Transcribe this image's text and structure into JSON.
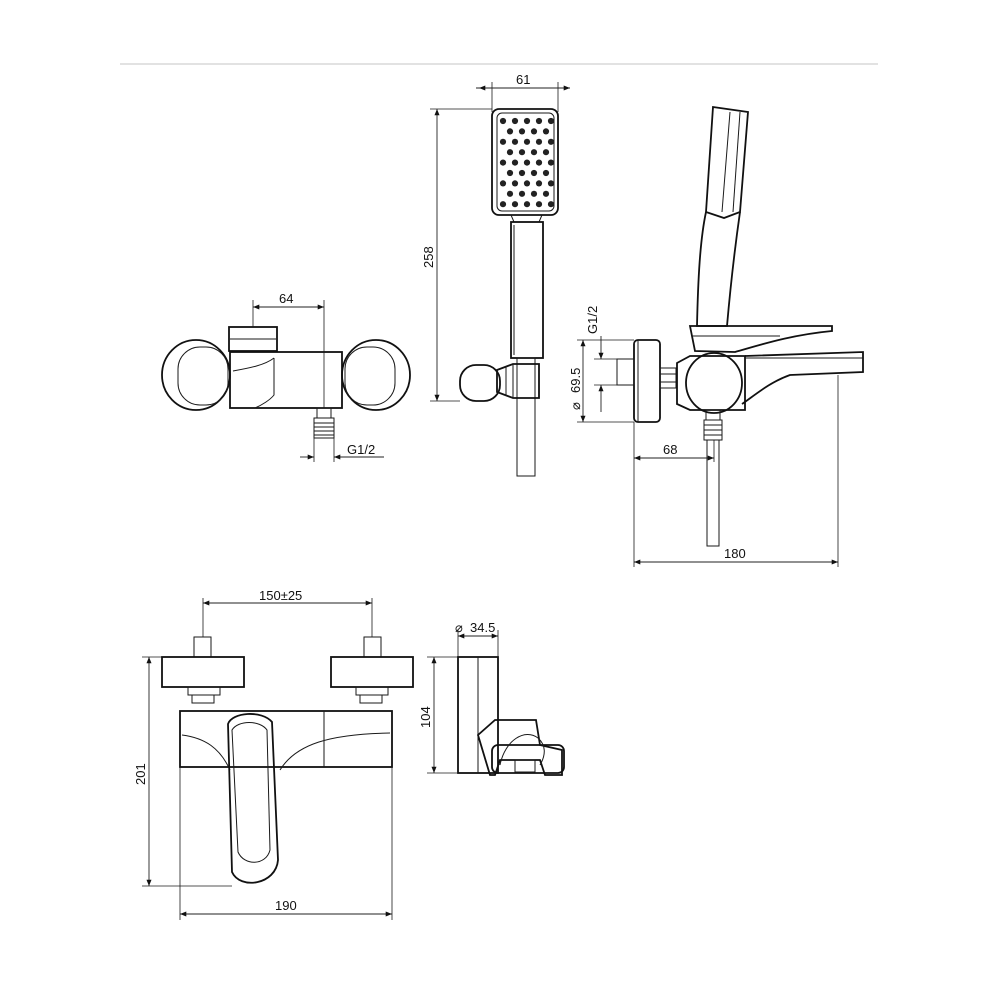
{
  "dimensions": {
    "front_spout_offset": "64",
    "front_thread": "G1/2",
    "handshower_width": "61",
    "handshower_height": "258",
    "side_thread": "G1/2",
    "side_flange_diameter": "69.5",
    "side_spout_offset": "68",
    "side_depth": "180",
    "bottom_centers": "150±25",
    "bottom_width": "190",
    "bottom_height": "201",
    "holder_diameter": "34.5",
    "holder_height": "104"
  },
  "symbols": {
    "diameter": "⌀"
  }
}
